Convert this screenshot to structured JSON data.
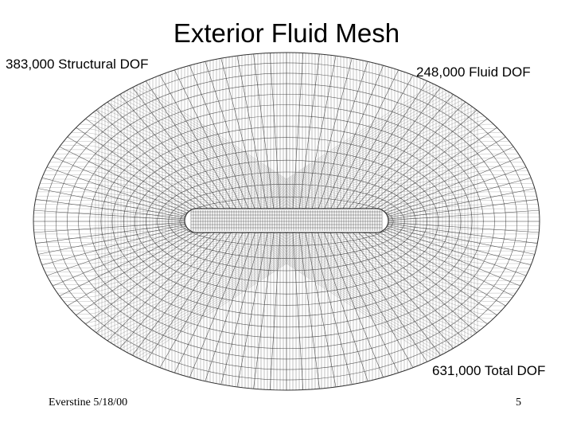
{
  "slide": {
    "title": "Exterior Fluid Mesh",
    "structural_dof_label": "383,000 Structural DOF",
    "fluid_dof_label": "248,000 Fluid DOF",
    "total_dof_label": "631,000 Total DOF",
    "footer_author_date": "Everstine 5/18/00",
    "page_number": "5"
  },
  "colors": {
    "background": "#ffffff",
    "mesh_line": "#333333",
    "text": "#000000"
  }
}
